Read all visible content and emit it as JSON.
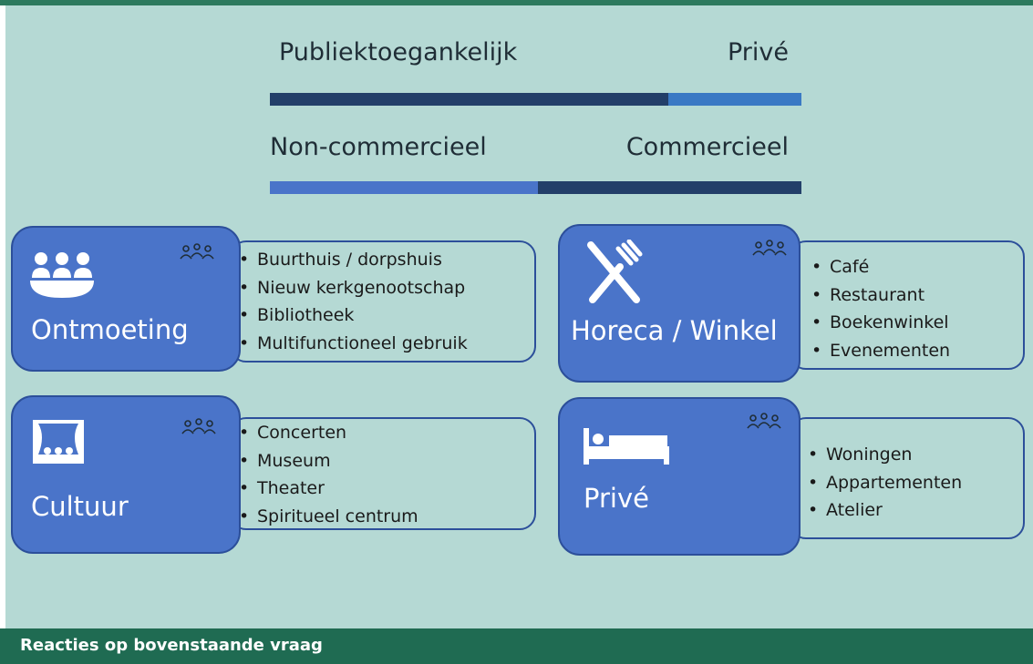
{
  "scales": [
    {
      "left_label": "Publiektoegankelijk",
      "right_label": "Privé",
      "left_color": "#233f69",
      "right_color": "#3a79c4",
      "left_share": 0.75
    },
    {
      "left_label": "Non-commercieel",
      "right_label": "Commercieel",
      "left_color": "#4a74c9",
      "right_color": "#233f69",
      "left_share": 0.505
    }
  ],
  "categories": [
    {
      "title": "Ontmoeting",
      "icon": "meeting-people-icon",
      "items": [
        "Buurthuis / dorpshuis",
        "Nieuw kerkgenootschap",
        "Bibliotheek",
        "Multifunctioneel gebruik"
      ]
    },
    {
      "title": "Horeca / Winkel",
      "icon": "fork-knife-icon",
      "items": [
        "Café",
        "Restaurant",
        "Boekenwinkel",
        "Evenementen"
      ]
    },
    {
      "title": "Cultuur",
      "icon": "stage-audience-icon",
      "items": [
        "Concerten",
        "Museum",
        "Theater",
        "Spiritueel centrum"
      ]
    },
    {
      "title": "Privé",
      "icon": "bed-icon",
      "items": [
        "Woningen",
        "Appartementen",
        "Atelier"
      ]
    }
  ],
  "footer": {
    "text": "Reacties op bovenstaande vraag"
  },
  "colors": {
    "background": "#b5d9d4",
    "box_fill": "#4a74c9",
    "box_border": "#2c4f9a",
    "footer": "#1f6b52"
  }
}
